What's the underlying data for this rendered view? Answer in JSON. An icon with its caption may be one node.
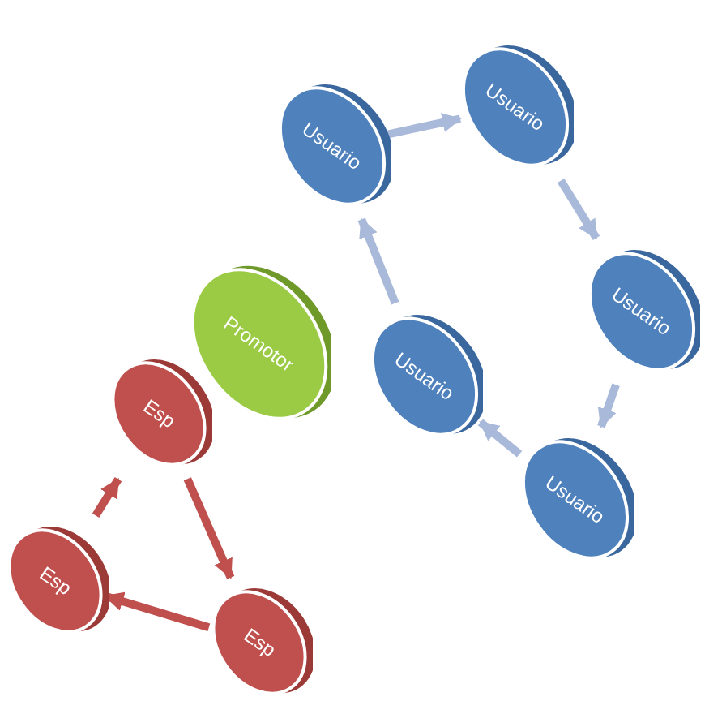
{
  "diagram": {
    "nodes": [
      {
        "text": [
          "Usuario"
        ]
      },
      {
        "text": [
          "Usuario"
        ]
      },
      {
        "text": [
          "Usuario"
        ]
      },
      {
        "text": [
          "Promotor"
        ]
      },
      {
        "text": [
          "Usuario"
        ]
      },
      {
        "text": [
          "Usuario"
        ]
      },
      {
        "text": [
          "Esp"
        ]
      },
      {
        "text": [
          "Esp"
        ]
      },
      {
        "text": [
          "Esp"
        ]
      }
    ],
    "edges": [
      {
        "from": 0,
        "to": 1,
        "arrow": "to"
      },
      {
        "from": 1,
        "to": 2,
        "arrow": "to"
      },
      {
        "from": 2,
        "to": 5,
        "arrow": "to"
      },
      {
        "from": 5,
        "to": 4,
        "arrow": "to"
      },
      {
        "from": 4,
        "to": 0,
        "arrow": "to"
      },
      {
        "from": 6,
        "to": 8,
        "arrow": "to",
        "color": "#c0504d"
      },
      {
        "from": 8,
        "to": 7,
        "arrow": "to",
        "color": "#c0504d"
      },
      {
        "from": 7,
        "to": 6,
        "arrow": "to",
        "color": "#c0504d"
      }
    ]
  }
}
